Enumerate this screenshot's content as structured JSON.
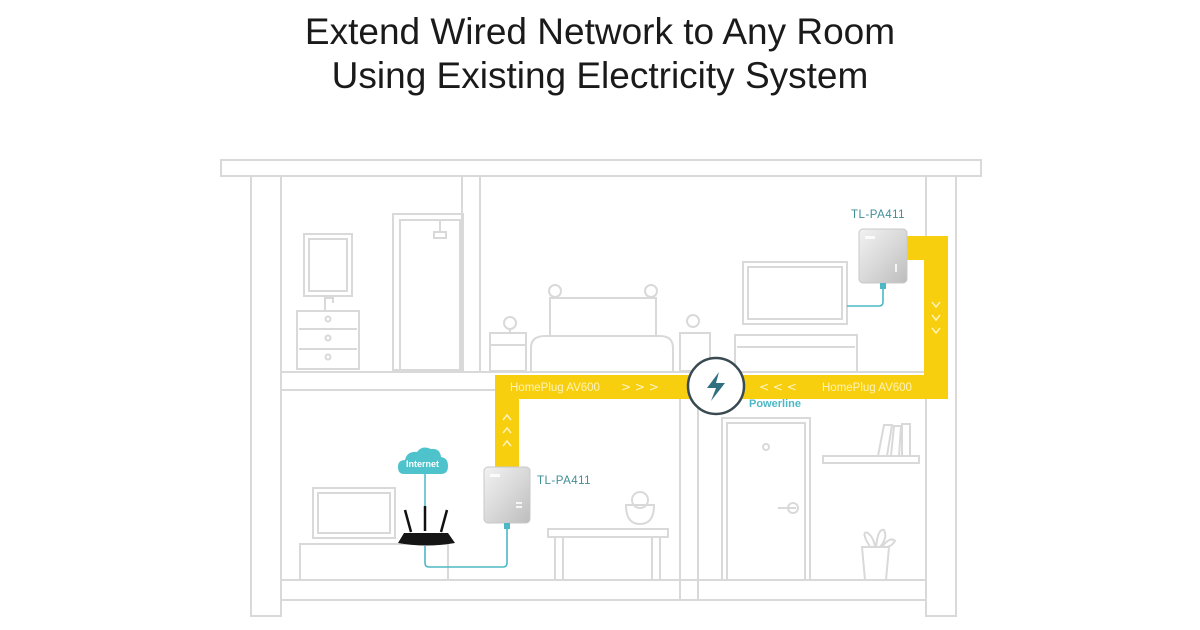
{
  "title": {
    "line1": "Extend Wired Network to Any Room",
    "line2": "Using Existing Electricity System"
  },
  "diagram": {
    "top_adapter": {
      "label": "TL-PA411",
      "icon": "powerline-adapter-icon"
    },
    "bottom_adapter": {
      "label": "TL-PA411",
      "icon": "powerline-adapter-icon"
    },
    "left_path": {
      "label": "HomePlug AV600",
      "arrows": ">  >  >",
      "vertical_arrows": "^"
    },
    "right_path": {
      "label": "HomePlug AV600",
      "arrows": "<  <  <",
      "vertical_arrows": "v"
    },
    "hub": {
      "label": "Powerline",
      "icon": "lightning-bolt-icon"
    },
    "cloud": {
      "label": "Internet",
      "icon": "cloud-icon"
    },
    "router": {
      "icon": "router-icon"
    },
    "colors": {
      "path": "#f7cf0f",
      "cable": "#4db8c4",
      "outline": "#d6d6d6",
      "hub_ring": "#3a4a52",
      "bolt": "#2f6f80"
    }
  }
}
